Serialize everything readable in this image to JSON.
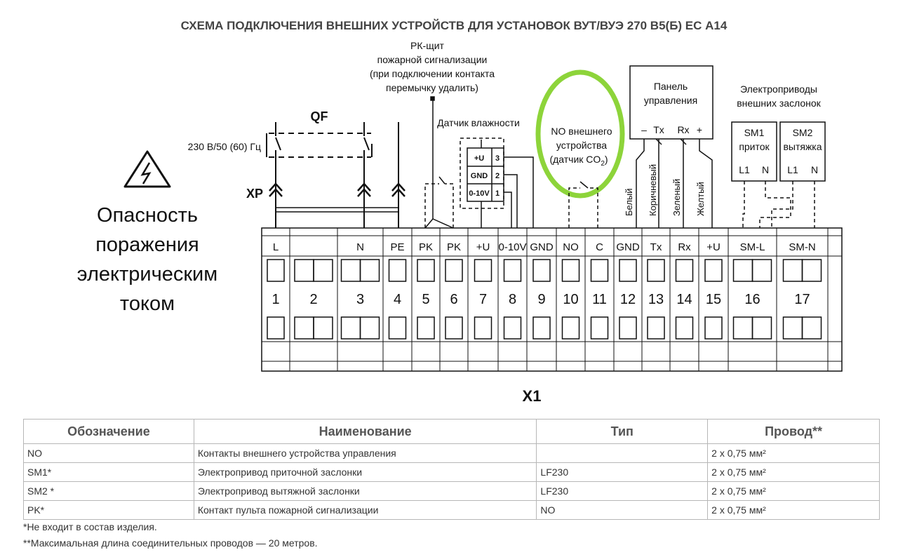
{
  "title": "СХЕМА ПОДКЛЮЧЕНИЯ ВНЕШНИХ УСТРОЙСТВ ДЛЯ УСТАНОВОК ВУТ/ВУЭ 270 В5(Б) ЕС А14",
  "warning": [
    "Опасность",
    "поражения",
    "электрическим",
    "током"
  ],
  "labels": {
    "qf": "QF",
    "xp": "XP",
    "voltage": "230 В/50 (60) Гц",
    "x1": "X1",
    "fire_panel": [
      "РК-щит",
      "пожарной сигнализации",
      "(при подключении контакта",
      "перемычку удалить)"
    ],
    "humidity": "Датчик влажности",
    "humidity_pins": [
      {
        "name": "+U",
        "num": "3"
      },
      {
        "name": "GND",
        "num": "2"
      },
      {
        "name": "0-10V",
        "num": "1"
      }
    ],
    "no_device": [
      "NO внешнего",
      "устройства",
      "(датчик CO",
      "2",
      ")"
    ],
    "panel": [
      "Панель",
      "управления"
    ],
    "panel_pins": [
      "–",
      "Tx",
      "Rx",
      "+"
    ],
    "wires": [
      "Белый",
      "Коричневый",
      "Зеленый",
      "Желтый"
    ],
    "dampers_title": [
      "Электроприводы",
      "внешних заслонок"
    ],
    "sm1": [
      "SM1",
      "приток"
    ],
    "sm2": [
      "SM2",
      "вытяжка"
    ],
    "l1": "L1",
    "n": "N"
  },
  "terminals": [
    {
      "label": "L",
      "num": "1"
    },
    {
      "label": "",
      "num": "2"
    },
    {
      "label": "N",
      "num": "3"
    },
    {
      "label": "PE",
      "num": "4"
    },
    {
      "label": "PK",
      "num": "5"
    },
    {
      "label": "PK",
      "num": "6"
    },
    {
      "label": "+U",
      "num": "7"
    },
    {
      "label": "0-10V",
      "num": "8"
    },
    {
      "label": "GND",
      "num": "9"
    },
    {
      "label": "NO",
      "num": "10"
    },
    {
      "label": "C",
      "num": "11"
    },
    {
      "label": "GND",
      "num": "12"
    },
    {
      "label": "Tx",
      "num": "13"
    },
    {
      "label": "Rx",
      "num": "14"
    },
    {
      "label": "+U",
      "num": "15"
    },
    {
      "label": "SM-L",
      "num": "16"
    },
    {
      "label": "SM-N",
      "num": "17"
    }
  ],
  "table": {
    "headers": [
      "Обозначение",
      "Наименование",
      "Тип",
      "Провод**"
    ],
    "rows": [
      [
        "NO",
        "Контакты внешнего устройства управления",
        "",
        "2 х 0,75 мм²"
      ],
      [
        "SM1*",
        "Электропривод приточной заслонки",
        "LF230",
        "2 х 0,75 мм²"
      ],
      [
        "SM2 *",
        "Электропривод вытяжной заслонки",
        "LF230",
        "2 х 0,75 мм²"
      ],
      [
        "PK*",
        "Контакт пульта пожарной сигнализации",
        "NO",
        "2 х 0,75 мм²"
      ]
    ]
  },
  "notes": [
    "*Не входит в состав изделия.",
    "**Максимальная длина соединительных проводов — 20 метров."
  ],
  "colors": {
    "line": "#1a1a1a",
    "highlight": "#8dd43a",
    "grid": "#b7b7b7"
  }
}
